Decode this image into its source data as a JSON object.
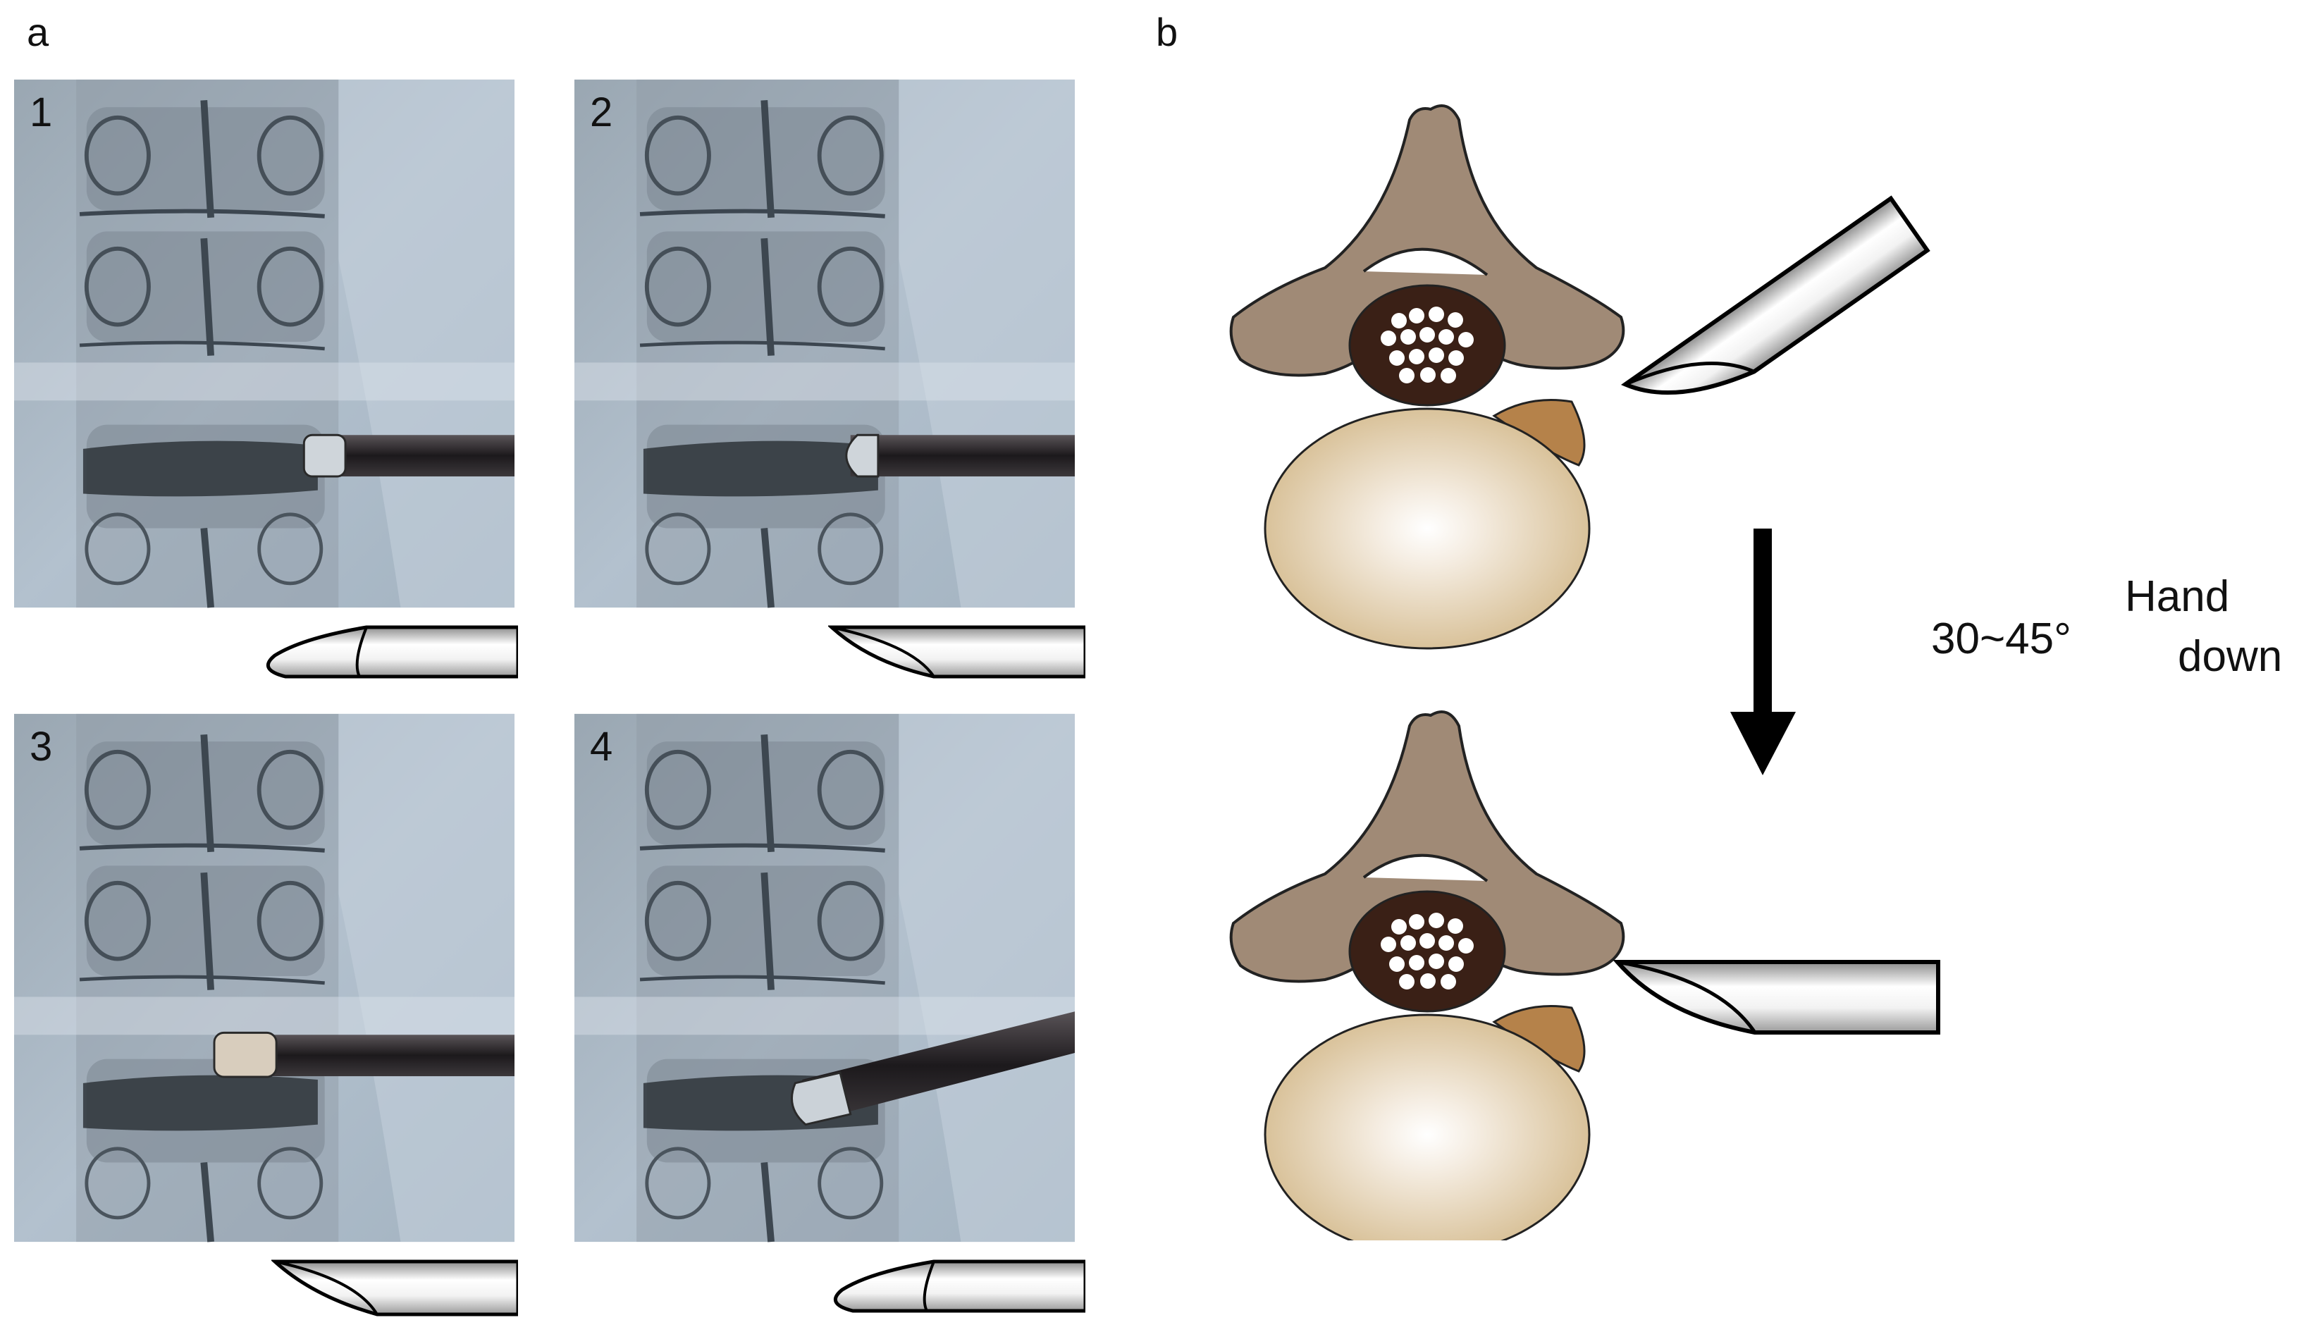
{
  "figure": {
    "panel_a_label": "a",
    "panel_b_label": "b",
    "frames": [
      {
        "number": "1"
      },
      {
        "number": "2"
      },
      {
        "number": "3"
      },
      {
        "number": "4"
      }
    ],
    "angle_label": "30~45°",
    "motion_label_line1": "Hand",
    "motion_label_line2": "down",
    "colors": {
      "lamina": "#a08a76",
      "spinal_canal": "#3a2016",
      "nerve_dots": "#ffffff",
      "facet": "#b5824a",
      "disc_rim": "#d9c29a",
      "disc_core": "#ffffff",
      "xray_background": "#a7b6c4",
      "needle": "#1e1b1e",
      "arrow": "#000000"
    }
  }
}
